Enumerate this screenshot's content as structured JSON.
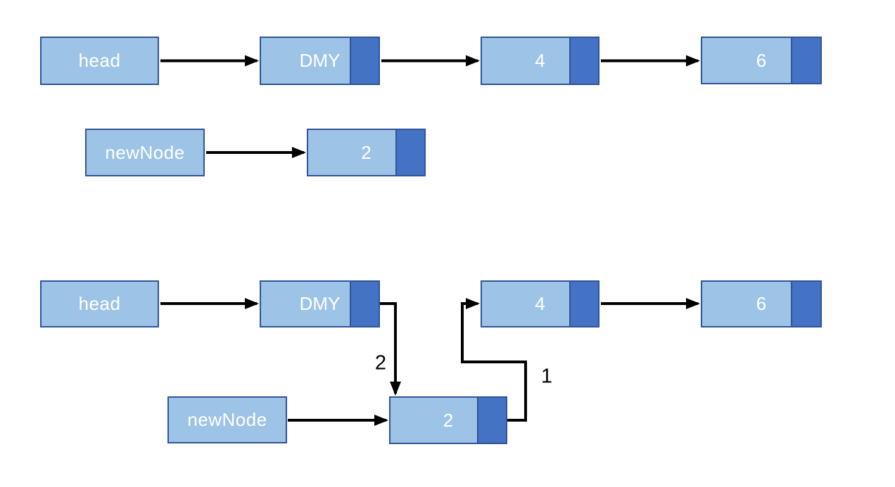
{
  "colors": {
    "background": "#FFFFFF",
    "node_fill": "#9DC3E6",
    "pointer_fill": "#4472C4",
    "node_border": "#2F5597",
    "arrow_color": "#000000",
    "node_text": "#FFFFFF",
    "step_text": "#000000"
  },
  "stage1": {
    "head_label": "head",
    "dmy_value": "DMY",
    "node4_value": "4",
    "node6_value": "6",
    "newnode_label": "newNode",
    "node2_value": "2"
  },
  "stage2": {
    "head_label": "head",
    "dmy_value": "DMY",
    "node4_value": "4",
    "node6_value": "6",
    "newnode_label": "newNode",
    "node2_value": "2",
    "step1_label": "1",
    "step2_label": "2"
  }
}
